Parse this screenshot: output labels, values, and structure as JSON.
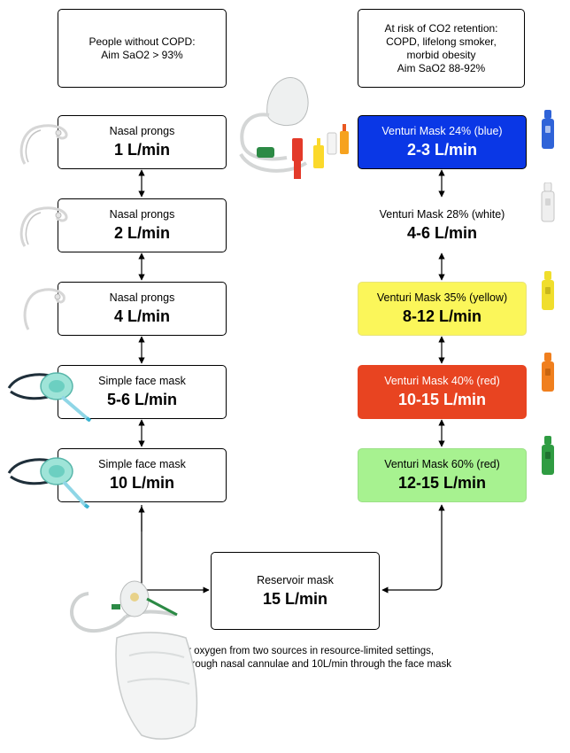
{
  "headers": {
    "left": [
      "People without COPD:",
      "Aim SaO2 > 93%"
    ],
    "right": [
      "At risk of CO2 retention:",
      "COPD, lifelong smoker,",
      "morbid obesity",
      "Aim SaO2 88-92%"
    ]
  },
  "left_steps": [
    {
      "label": "Nasal prongs",
      "flow": "1 L/min",
      "device": "nasal-prongs-icon"
    },
    {
      "label": "Nasal prongs",
      "flow": "2 L/min",
      "device": "nasal-prongs-icon"
    },
    {
      "label": "Nasal prongs",
      "flow": "4 L/min",
      "device": "nasal-prongs-icon"
    },
    {
      "label": "Simple face mask",
      "flow": "5-6 L/min",
      "device": "face-mask-icon"
    },
    {
      "label": "Simple face mask",
      "flow": "10 L/min",
      "device": "face-mask-icon"
    }
  ],
  "right_steps": [
    {
      "label": "Venturi Mask 24% (blue)",
      "flow": "2-3 L/min",
      "fill": "#0a37e6",
      "text_color": "#ffffff",
      "valve_color": "#2f63d8"
    },
    {
      "label": "Venturi Mask 28% (white)",
      "flow": "4-6 L/min",
      "fill": "#ffffff",
      "text_color": "#000000",
      "valve_color": "#e6e6e6"
    },
    {
      "label": "Venturi Mask 35% (yellow)",
      "flow": "8-12 L/min",
      "fill": "#fbf65a",
      "text_color": "#000000",
      "valve_color": "#f0de2c"
    },
    {
      "label": "Venturi Mask 40% (red)",
      "flow": "10-15 L/min",
      "fill": "#e84421",
      "text_color": "#ffffff",
      "valve_color": "#f07f1e"
    },
    {
      "label": "Venturi Mask 60% (red)",
      "flow": "12-15 L/min",
      "fill": "#a7f290",
      "text_color": "#000000",
      "valve_color": "#2f9c42"
    }
  ],
  "reservoir": {
    "label": "Reservoir mask",
    "flow": "15 L/min",
    "device": "reservoir-mask-icon"
  },
  "note": [
    "Consider oxygen from two sources in resource-limited settings,",
    "eg 4 L/min through nasal cannulae and 10L/min through the face mask"
  ],
  "venturi_kit": "venturi-mask-kit-icon"
}
